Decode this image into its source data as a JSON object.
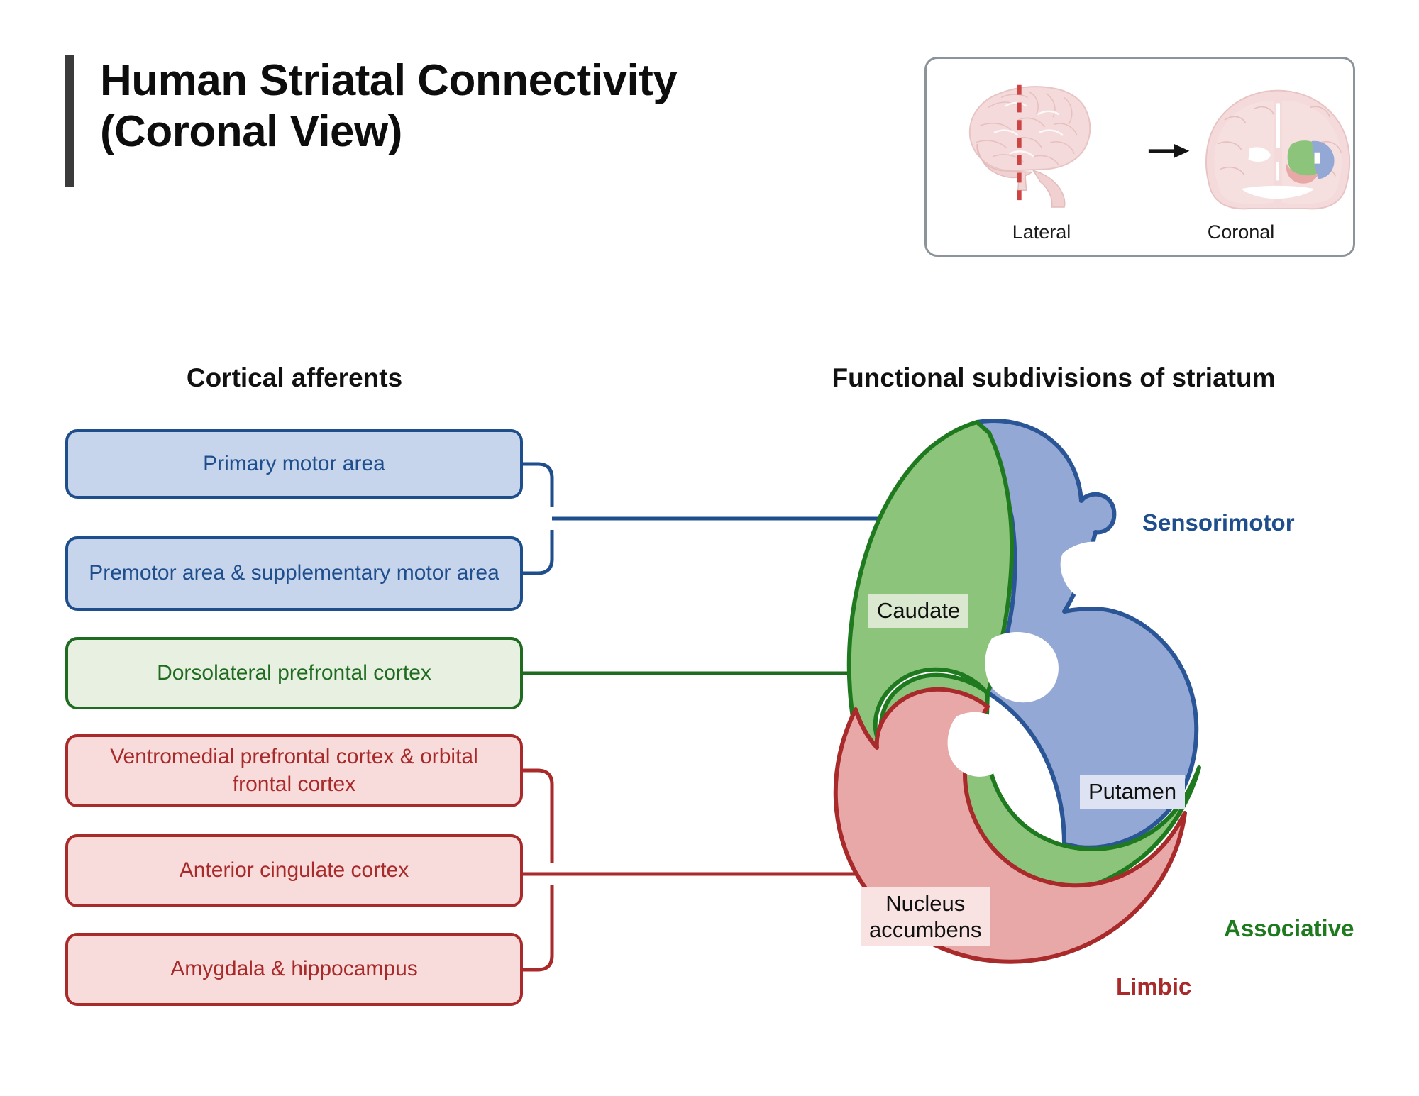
{
  "title": "Human Striatal Connectivity\n(Coronal View)",
  "inset": {
    "lateral_caption": "Lateral",
    "coronal_caption": "Coronal",
    "cut_line_color": "#cc4444",
    "brain_color": "#f4dada"
  },
  "headers": {
    "afferents": "Cortical afferents",
    "subdivisions": "Functional subdivisions of striatum"
  },
  "afferents": [
    {
      "label": "Primary motor area",
      "group": "sensorimotor"
    },
    {
      "label": "Premotor area & supplementary\nmotor area",
      "group": "sensorimotor"
    },
    {
      "label": "Dorsolateral prefrontal cortex",
      "group": "associative"
    },
    {
      "label": "Ventromedial prefrontal cortex &\norbital frontal cortex",
      "group": "limbic"
    },
    {
      "label": "Anterior cingulate cortex",
      "group": "limbic"
    },
    {
      "label": "Amygdala & hippocampus",
      "group": "limbic"
    }
  ],
  "territories": [
    {
      "name": "Sensorimotor",
      "color": "#1f4e8c",
      "fill": "#93a8d4"
    },
    {
      "name": "Associative",
      "color": "#1f7a1f",
      "fill": "#8cc47c"
    },
    {
      "name": "Limbic",
      "color": "#a82a2a",
      "fill": "#e8a8a8"
    }
  ],
  "anatomy": [
    {
      "name": "Caudate"
    },
    {
      "name": "Putamen"
    },
    {
      "name": "Nucleus\naccumbens"
    }
  ],
  "colors": {
    "blue_fill": "#c6d4ec",
    "blue_line": "#1f4e8c",
    "green_fill": "#e7f0e1",
    "green_line": "#1f6b1f",
    "red_fill": "#f8dcdc",
    "red_line": "#a82a2a",
    "striatum_green": "#8cc47c",
    "striatum_green_edge": "#1f7a1f",
    "striatum_blue": "#93a8d4",
    "striatum_blue_edge": "#2a5596",
    "striatum_red": "#e8a8a8",
    "striatum_red_edge": "#a82a2a",
    "title_bar": "#3b3b3b",
    "panel_border": "#8c9499"
  }
}
